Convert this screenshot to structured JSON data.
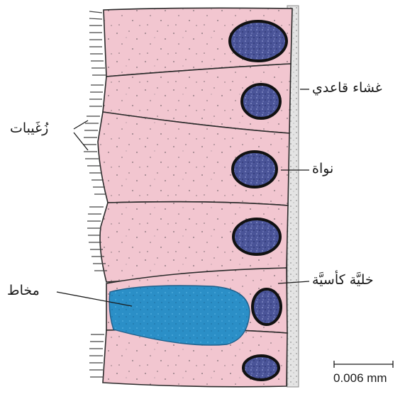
{
  "labels": {
    "cilia": "زُغَيبات",
    "basement_membrane": "غشاء قاعدي",
    "nucleus": "نواة",
    "goblet_cell": "خليَّة كأسيَّة",
    "mucus": "مخاط"
  },
  "scale_bar": {
    "text": "0.006 mm"
  },
  "colors": {
    "cytoplasm": "#f2c6d0",
    "nucleus": "#3e4a8c",
    "mucus": "#2b8fc7",
    "membrane": "#d9d9d9",
    "outline": "#2a2a2a"
  }
}
